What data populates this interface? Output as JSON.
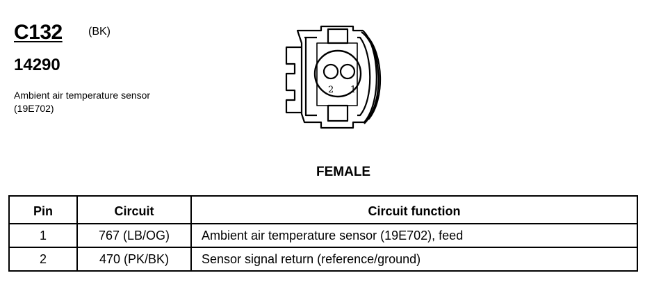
{
  "connector": {
    "id": "C132",
    "color_code": "(BK)",
    "part_number": "14290",
    "description": "Ambient air temperature sensor (19E702)",
    "gender": "FEMALE"
  },
  "diagram": {
    "pin_labels": [
      "2",
      "1"
    ]
  },
  "table": {
    "headers": {
      "pin": "Pin",
      "circuit": "Circuit",
      "function": "Circuit function"
    },
    "rows": [
      {
        "pin": "1",
        "circuit": "767 (LB/OG)",
        "function": "Ambient air temperature sensor (19E702), feed"
      },
      {
        "pin": "2",
        "circuit": "470 (PK/BK)",
        "function": "Sensor signal return (reference/ground)"
      }
    ]
  }
}
